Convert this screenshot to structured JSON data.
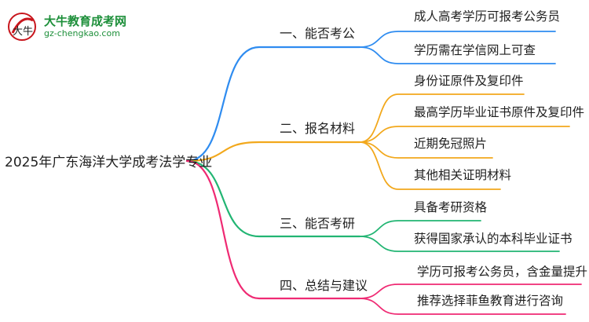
{
  "logo": {
    "title": "大牛教育成考网",
    "url": "gz-chengkao.com",
    "mark_text": "大牛"
  },
  "mindmap": {
    "root": "2025年广东海洋大学成考法学专业",
    "branches": [
      {
        "label": "一、能否考公",
        "color": "#2f8cf0",
        "children": [
          "成人高考学历可报考公务员",
          "学历需在学信网上可查"
        ]
      },
      {
        "label": "二、报名材料",
        "color": "#f2a81c",
        "children": [
          "身份证原件及复印件",
          "最高学历毕业证书原件及复印件",
          "近期免冠照片",
          "其他相关证明材料"
        ]
      },
      {
        "label": "三、能否考研",
        "color": "#22b573",
        "children": [
          "具备考研资格",
          "获得国家承认的本科毕业证书"
        ]
      },
      {
        "label": "四、总结与建议",
        "color": "#ef2a73",
        "children": [
          "学历可报考公务员，含金量提升",
          "推荐选择菲鱼教育进行咨询"
        ]
      }
    ]
  }
}
